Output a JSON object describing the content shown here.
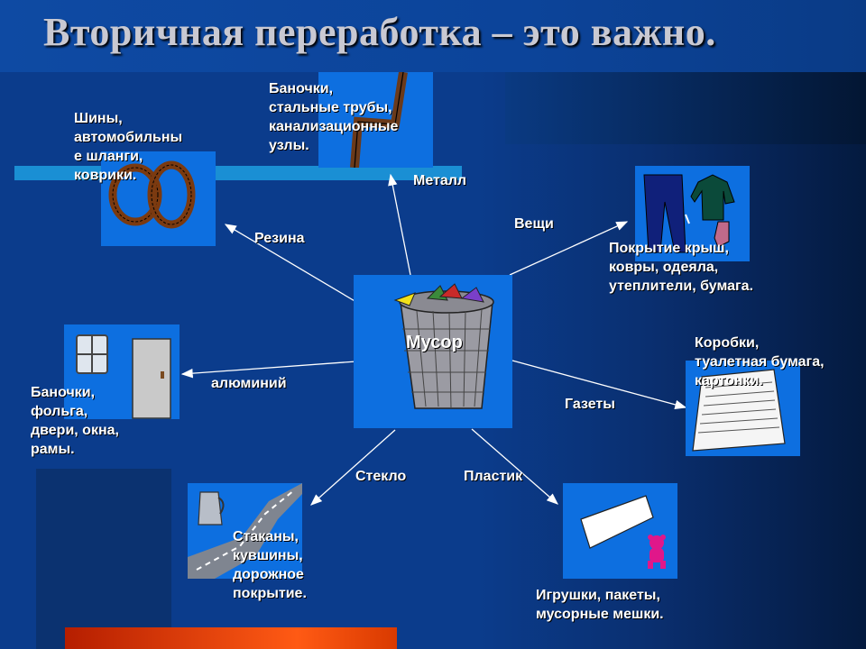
{
  "title": "Вторичная переработка – это важно.",
  "center": {
    "label": "Мусор"
  },
  "categories": {
    "metal": {
      "label": "Металл",
      "items": "Баночки,\nстальные трубы,\nканализационные\nузлы."
    },
    "rubber": {
      "label": "Резина",
      "items": "Шины,\nавтомобильны\nе шланги,\nковрики."
    },
    "clothes": {
      "label": "Вещи",
      "items": "Покрытие крыш,\nковры, одеяла,\nутеплители, бумага."
    },
    "aluminum": {
      "label": "алюминий",
      "items": "Баночки,\nфольга,\nдвери, окна,\nрамы."
    },
    "paper": {
      "label": "Газеты",
      "items": "Коробки,\nтуалетная бумага,\nкартонки."
    },
    "glass": {
      "label": "Стекло",
      "items": "Стаканы,\nкувшины,\nдорожное\nпокрытие."
    },
    "plastic": {
      "label": "Пластик",
      "items": "Игрушки, пакеты,\nмусорные мешки."
    }
  }
}
